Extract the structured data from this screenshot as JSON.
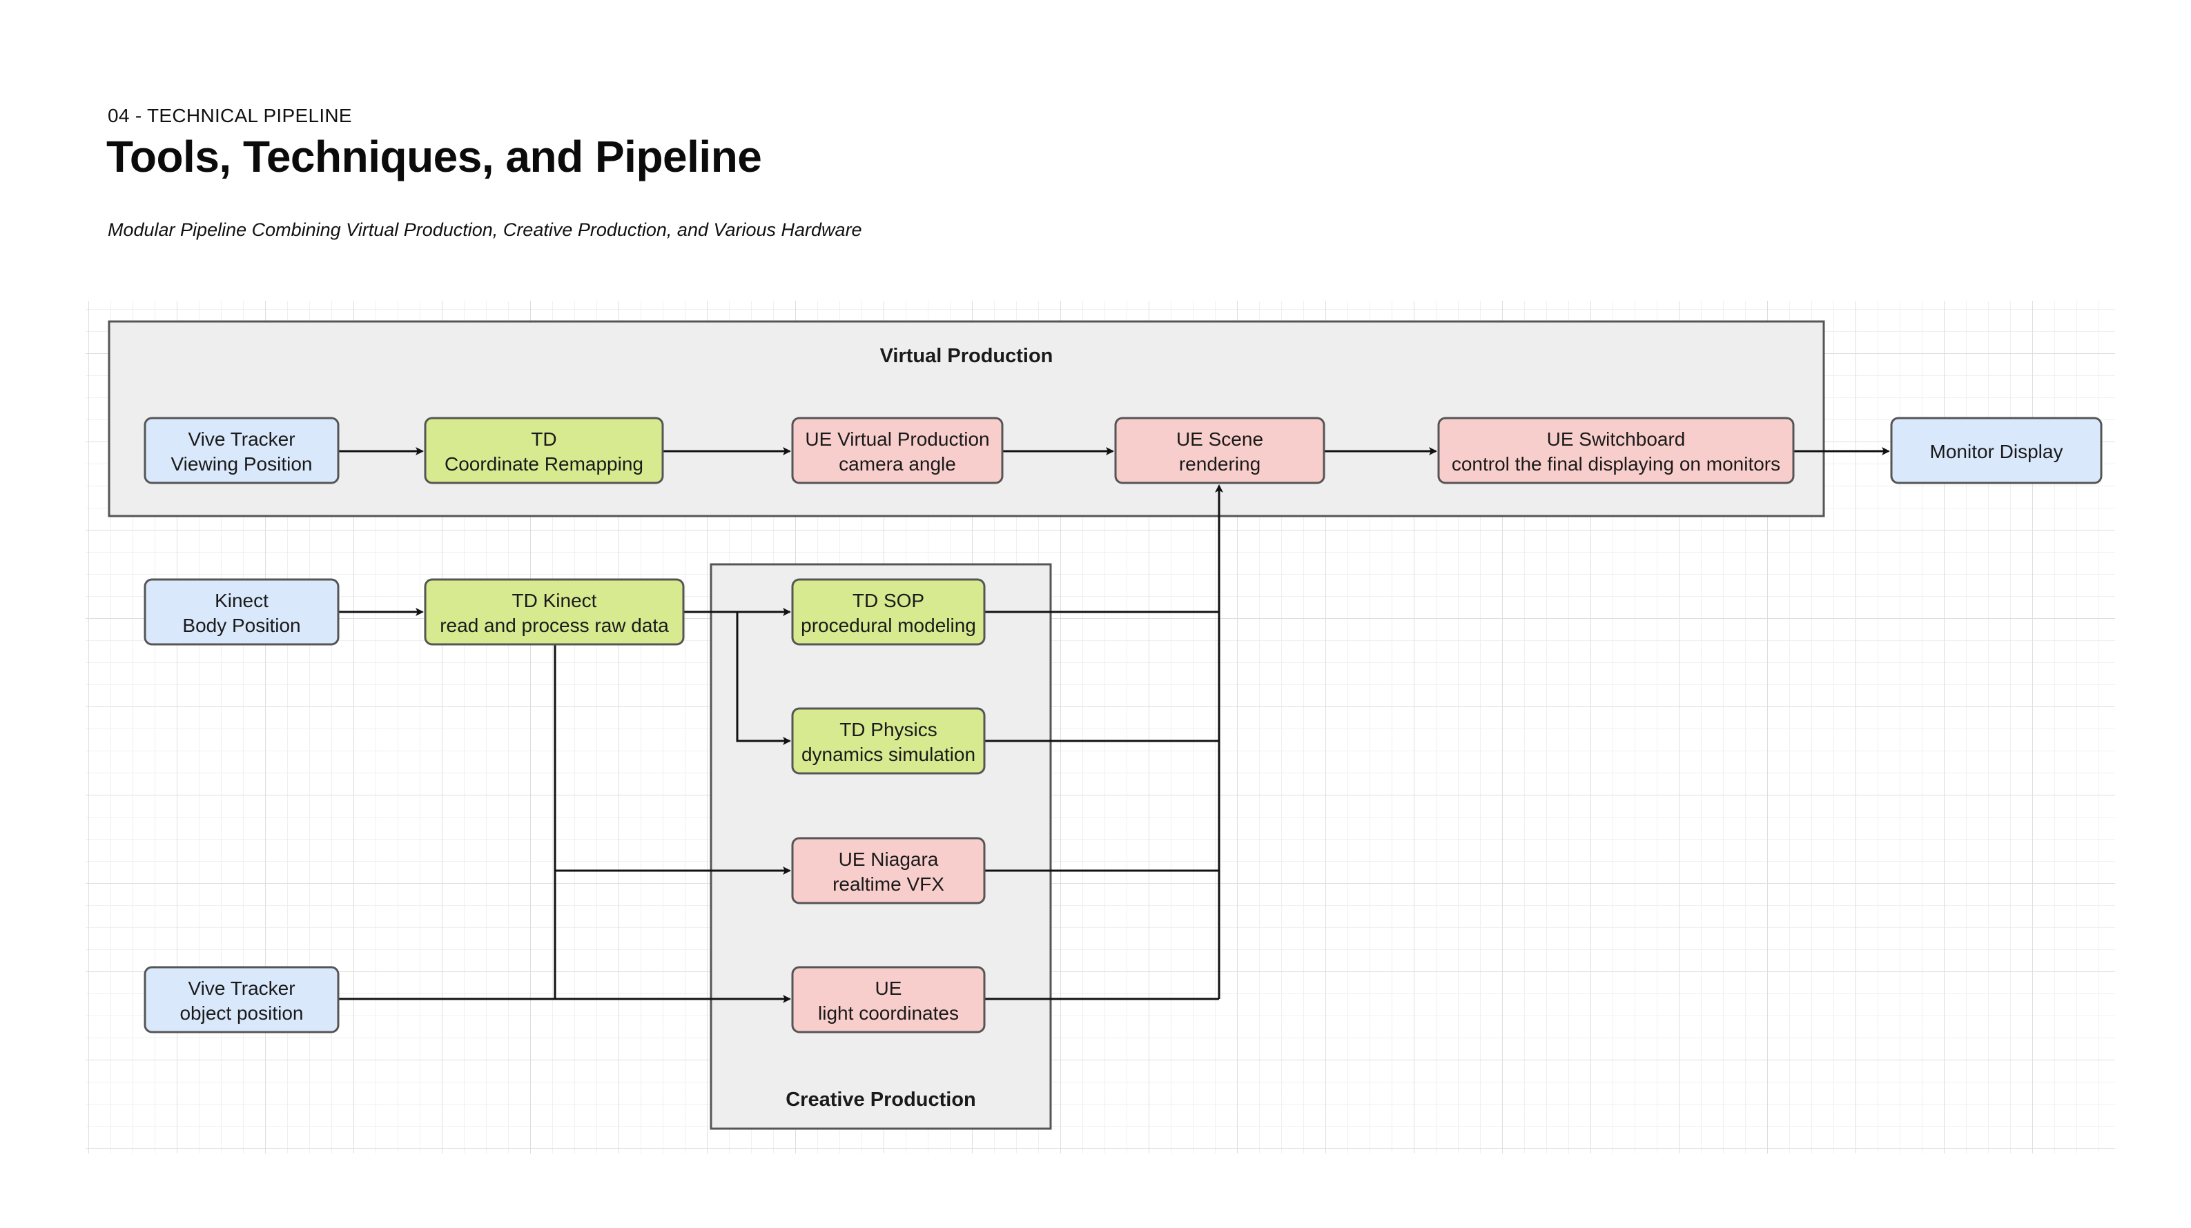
{
  "header": {
    "section_label": "04 - TECHNICAL PIPELINE",
    "title": "Tools, Techniques, and Pipeline",
    "subtitle": "Modular Pipeline Combining Virtual Production, Creative Production, and Various Hardware"
  },
  "colors": {
    "blue_fill": "#dae8fc",
    "green_fill": "#d7ea8f",
    "red_fill": "#f8cecc",
    "group_fill": "#eeeeee",
    "stroke": "#555555",
    "edge": "#111111",
    "grid": "#e6e6e6"
  },
  "groups": {
    "virtual_production": "Virtual Production",
    "creative_production": "Creative Production"
  },
  "nodes": {
    "vive_tracker_viewing": [
      "Vive Tracker",
      "Viewing Position"
    ],
    "td_remap": [
      "TD",
      "Coordinate Remapping"
    ],
    "ue_vp_camera": [
      "UE Virtual Production",
      "camera angle"
    ],
    "ue_scene": [
      "UE Scene",
      "rendering"
    ],
    "ue_switchboard": [
      "UE Switchboard",
      "control the final displaying on monitors"
    ],
    "monitor_display": [
      "Monitor Display"
    ],
    "kinect": [
      "Kinect",
      "Body Position"
    ],
    "td_kinect": [
      "TD Kinect",
      "read and process raw data"
    ],
    "td_sop": [
      "TD SOP",
      "procedural modeling"
    ],
    "td_physics": [
      "TD Physics",
      "dynamics simulation"
    ],
    "ue_niagara": [
      "UE Niagara",
      "realtime VFX"
    ],
    "ue_light": [
      "UE",
      "light coordinates"
    ],
    "vive_tracker_object": [
      "Vive Tracker",
      "object position"
    ]
  }
}
